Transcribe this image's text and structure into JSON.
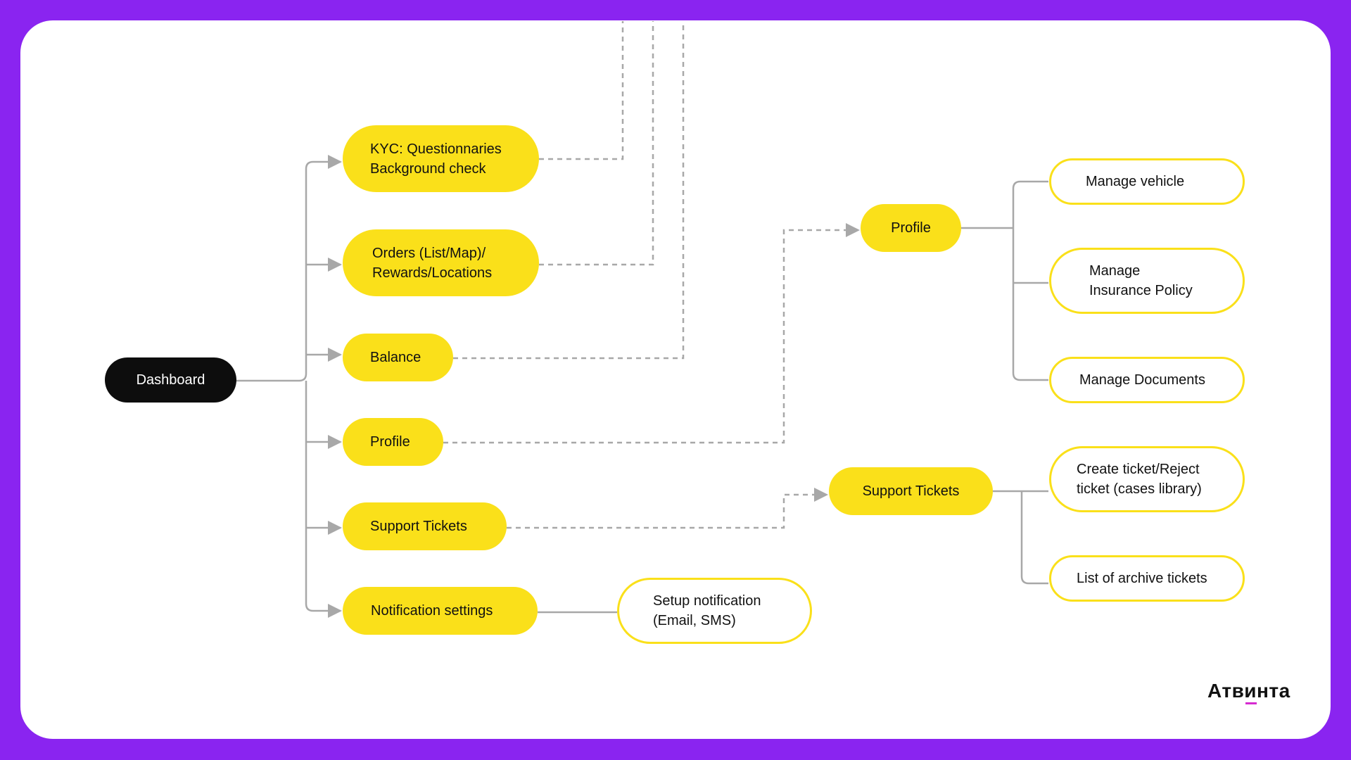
{
  "colors": {
    "frame": "#8A24F0",
    "card": "#FFFFFF",
    "node_fill": "#FAE01A",
    "root_fill": "#0D0D0D",
    "connector": "#A8A8A8",
    "logo_accent": "#D62BD0"
  },
  "root": {
    "label": "Dashboard"
  },
  "main_nodes": {
    "kyc": "KYC: Questionnaries\nBackground check",
    "orders": "Orders (List/Map)/\nRewards/Locations",
    "balance": "Balance",
    "profile": "Profile",
    "support": "Support Tickets",
    "notifications": "Notification settings"
  },
  "sub_nodes": {
    "profile_hub": "Profile",
    "support_hub": "Support Tickets",
    "manage_vehicle": "Manage vehicle",
    "manage_insurance": "Manage\nInsurance Policy",
    "manage_documents": "Manage Documents",
    "create_ticket": "Create ticket/Reject\nticket (cases library)",
    "archive_tickets": "List of archive tickets",
    "setup_notification": "Setup notification\n(Email, SMS)"
  },
  "logo": {
    "text": "Атвинта"
  }
}
